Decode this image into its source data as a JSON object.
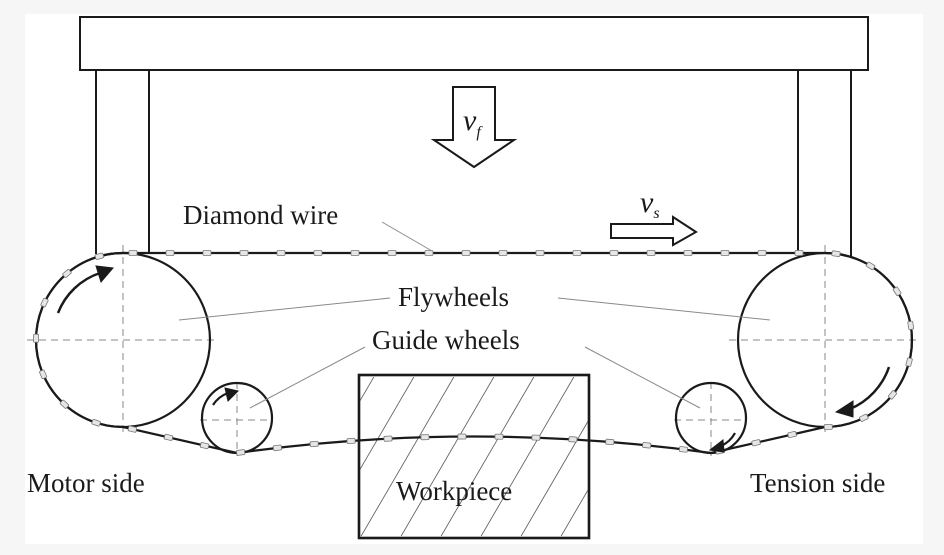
{
  "labels": {
    "feed_velocity_symbol": "v",
    "feed_velocity_subscript": "f",
    "wire_velocity_symbol": "v",
    "wire_velocity_subscript": "s",
    "diamond_wire": "Diamond wire",
    "flywheels": "Flywheels",
    "guide_wheels": "Guide wheels",
    "motor_side": "Motor side",
    "tension_side": "Tension side",
    "workpiece": "Workpiece"
  },
  "colors": {
    "stroke": "#1a1a1a",
    "leader": "#8a8a8a",
    "centerline": "#888888",
    "bead_fill": "#e6e6e6",
    "background": "#f6f6f6",
    "panel": "#ffffff"
  }
}
